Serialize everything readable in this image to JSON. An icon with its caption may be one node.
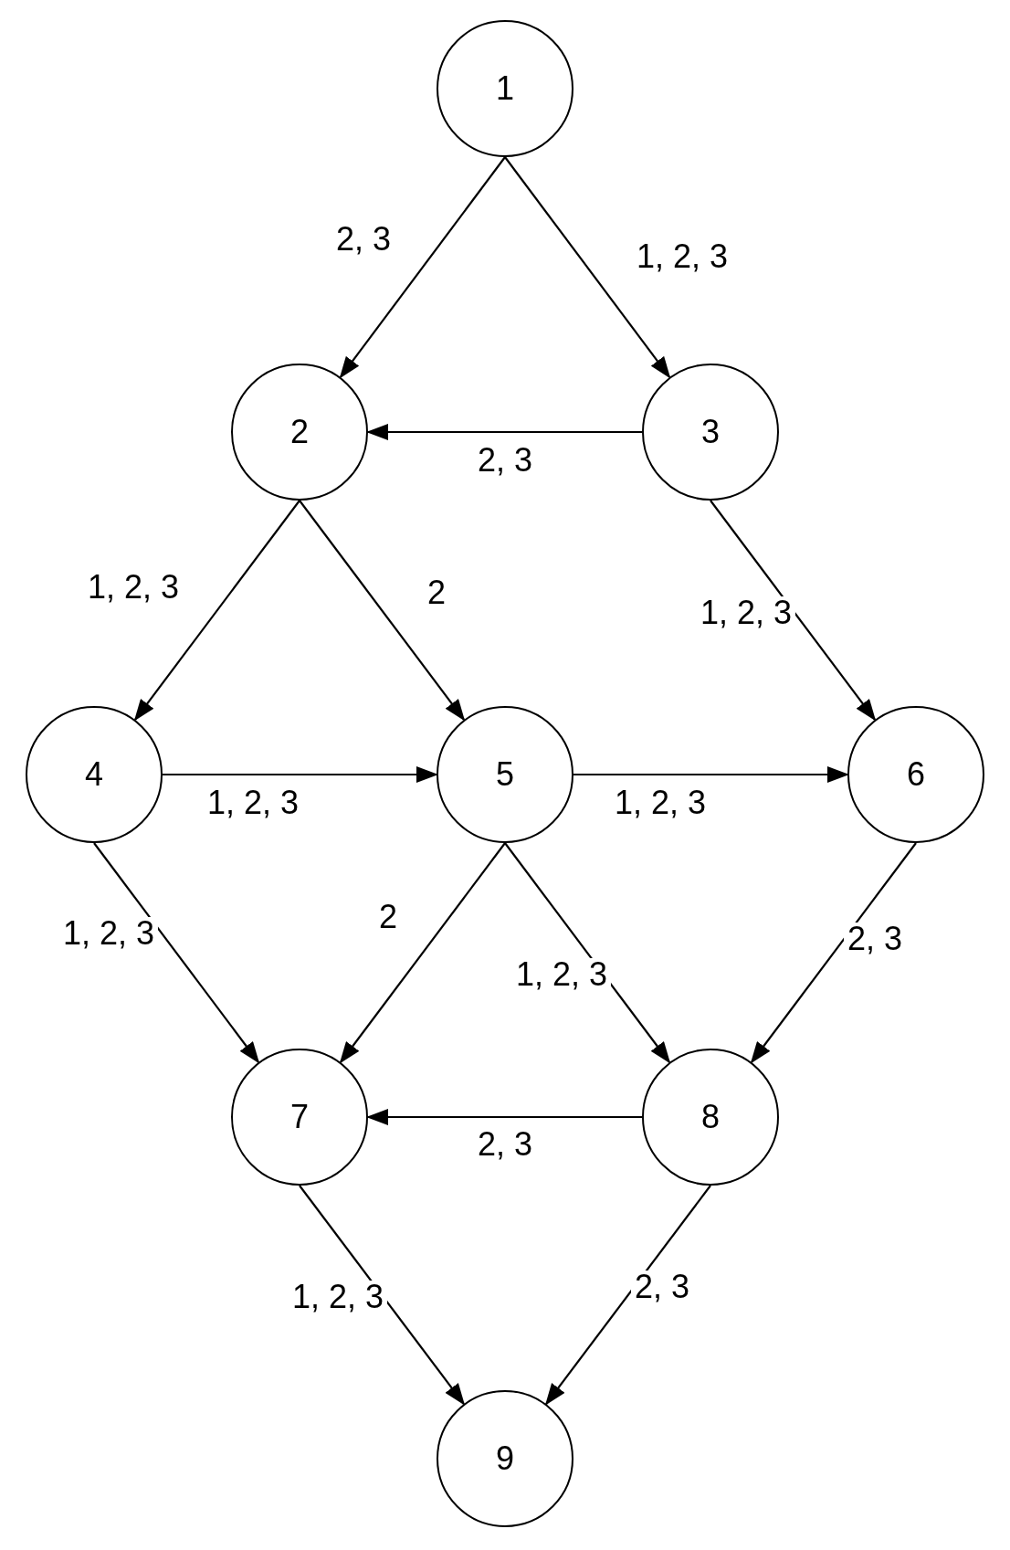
{
  "diagram": {
    "nodes": [
      {
        "text": [
          "1"
        ]
      },
      {
        "text": [
          "2"
        ]
      },
      {
        "text": [
          "3"
        ]
      },
      {
        "text": [
          "4"
        ]
      },
      {
        "text": [
          "5"
        ]
      },
      {
        "text": [
          "6"
        ]
      },
      {
        "text": [
          "7"
        ]
      },
      {
        "text": [
          "8"
        ]
      },
      {
        "text": [
          "9"
        ]
      }
    ],
    "edges": [
      {
        "from": 0,
        "to": 1,
        "arrow": "to",
        "label": "2, 3"
      },
      {
        "from": 0,
        "to": 2,
        "arrow": "to",
        "label": "1, 2, 3"
      },
      {
        "from": 2,
        "to": 1,
        "arrow": "to",
        "label": "2, 3"
      },
      {
        "from": 1,
        "to": 3,
        "arrow": "to",
        "label": "1, 2, 3"
      },
      {
        "from": 1,
        "to": 4,
        "arrow": "to",
        "label": "2"
      },
      {
        "from": 2,
        "to": 5,
        "arrow": "to",
        "label": "1, 2, 3"
      },
      {
        "from": 3,
        "to": 4,
        "arrow": "to",
        "label": "1, 2, 3"
      },
      {
        "from": 4,
        "to": 5,
        "arrow": "to",
        "label": "1, 2, 3"
      },
      {
        "from": 3,
        "to": 6,
        "arrow": "to",
        "label": "1, 2, 3"
      },
      {
        "from": 4,
        "to": 6,
        "arrow": "to",
        "label": "2"
      },
      {
        "from": 4,
        "to": 7,
        "arrow": "to",
        "label": "1, 2, 3"
      },
      {
        "from": 5,
        "to": 7,
        "arrow": "to",
        "label": "2, 3"
      },
      {
        "from": 7,
        "to": 6,
        "arrow": "to",
        "label": "2, 3"
      },
      {
        "from": 6,
        "to": 8,
        "arrow": "to",
        "label": "1, 2, 3"
      },
      {
        "from": 7,
        "to": 8,
        "arrow": "to",
        "label": "2, 3"
      }
    ]
  }
}
